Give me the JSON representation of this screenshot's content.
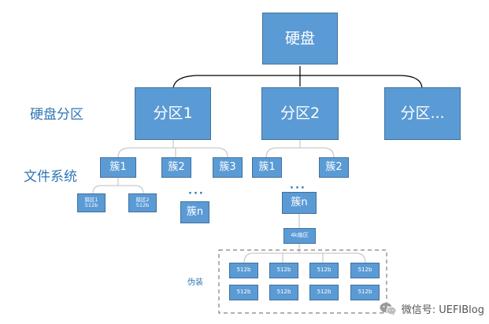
{
  "nodes": {
    "disk": "硬盘",
    "partition1": "分区1",
    "partition2": "分区2",
    "partition_more": "分区...",
    "p1_cluster1": "簇1",
    "p1_cluster2": "簇2",
    "p1_cluster3": "簇3",
    "p1_clustern": "簇n",
    "p2_cluster1": "簇1",
    "p2_cluster2": "簇2",
    "p2_clustern": "簇n",
    "sector1": "扇区1\n512b",
    "sector2": "扇区2\n512b",
    "sector4k": "4k扇区",
    "sub_sector": "512b"
  },
  "labels": {
    "disk_partition": "硬盘分区",
    "file_system": "文件系统",
    "pseudo": "伪装",
    "ellipsis": "···"
  },
  "watermark": {
    "text": "微信号: UEFIBlog"
  },
  "colors": {
    "box_fill": "#5b9bd5",
    "box_border": "#41719c",
    "label_text": "#2e75b6",
    "connector": "#000000",
    "branch_lines": "#c9c9c9",
    "dashed_border": "#808080"
  }
}
